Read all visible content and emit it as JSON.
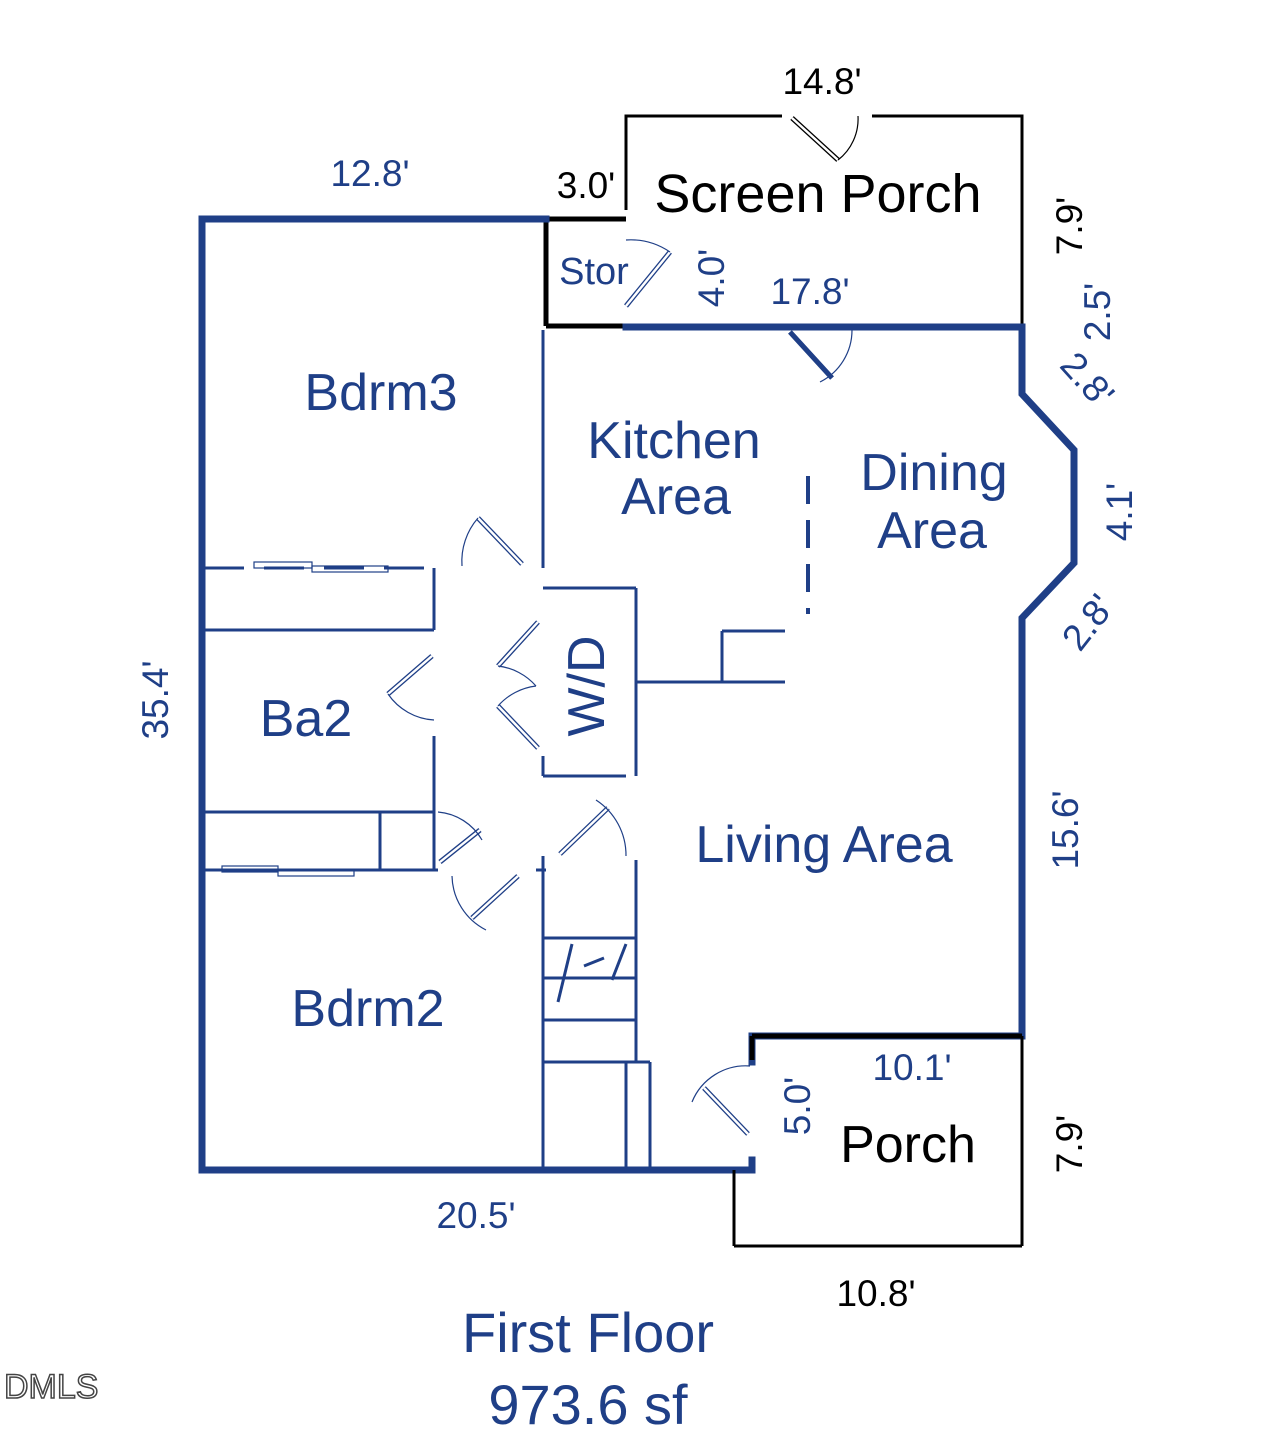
{
  "title": {
    "floor": "First Floor",
    "area": "973.6 sf"
  },
  "watermark": "DMLS",
  "rooms": {
    "screen_porch": "Screen Porch",
    "stor": "Stor",
    "bdrm3": "Bdrm3",
    "kitchen_line1": "Kitchen",
    "kitchen_line2": "Area",
    "dining_line1": "Dining",
    "dining_line2": "Area",
    "wd": "W/D",
    "ba2": "Ba2",
    "living": "Living Area",
    "bdrm2": "Bdrm2",
    "porch": "Porch"
  },
  "dimensions": {
    "screen_porch_top": "14.8'",
    "bdrm3_top": "12.8'",
    "stor_top": "3.0'",
    "screen_porch_right": "7.9'",
    "stor_side": "4.0'",
    "dining_top": "17.8'",
    "right_upper": "2.5'",
    "bay_upper": "2.8'",
    "bay_middle": "4.1'",
    "bay_lower": "2.8'",
    "left_side": "35.4'",
    "right_lower": "15.6'",
    "porch_inner_top": "10.1'",
    "porch_entry": "5.0'",
    "porch_right": "7.9'",
    "bottom_left": "20.5'",
    "porch_bottom": "10.8'"
  },
  "colors": {
    "interior": "#1f3f87",
    "exterior": "#000000"
  }
}
